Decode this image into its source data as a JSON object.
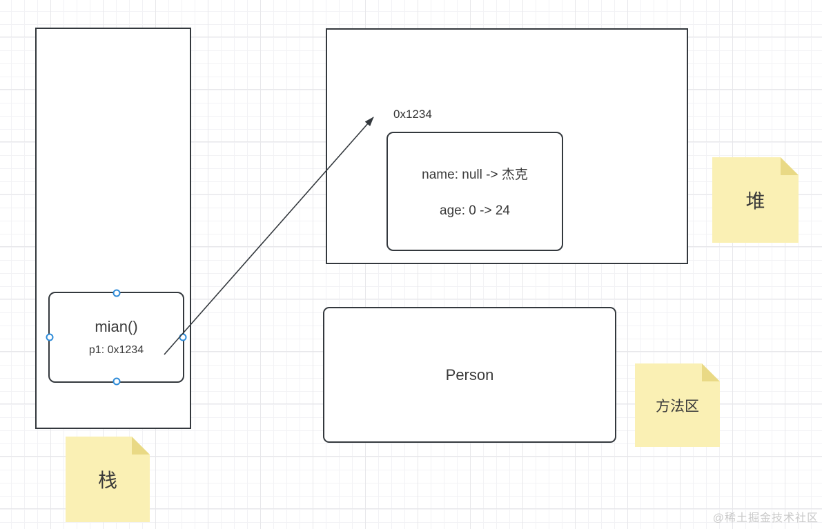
{
  "diagram": {
    "stack_frame": {
      "title": "mian()",
      "variable": "p1: 0x1234"
    },
    "heap_object": {
      "address": "0x1234",
      "fields": {
        "name": "name: null -> 杰克",
        "age": "age: 0 -> 24"
      }
    },
    "class_box": {
      "label": "Person"
    },
    "notes": {
      "heap": "堆",
      "method_area": "方法区",
      "stack": "栈"
    }
  },
  "watermark": "@稀土掘金技术社区",
  "colors": {
    "shape_stroke": "#33383d",
    "selection_handle": "#2e8bd8",
    "note_fill": "#faf0b4",
    "note_fold": "#e9d985",
    "grid_minor": "#f2f2f5",
    "grid_major": "#e7e7ea",
    "text": "#3a3a3a",
    "watermark_text": "#c9c9c9"
  }
}
